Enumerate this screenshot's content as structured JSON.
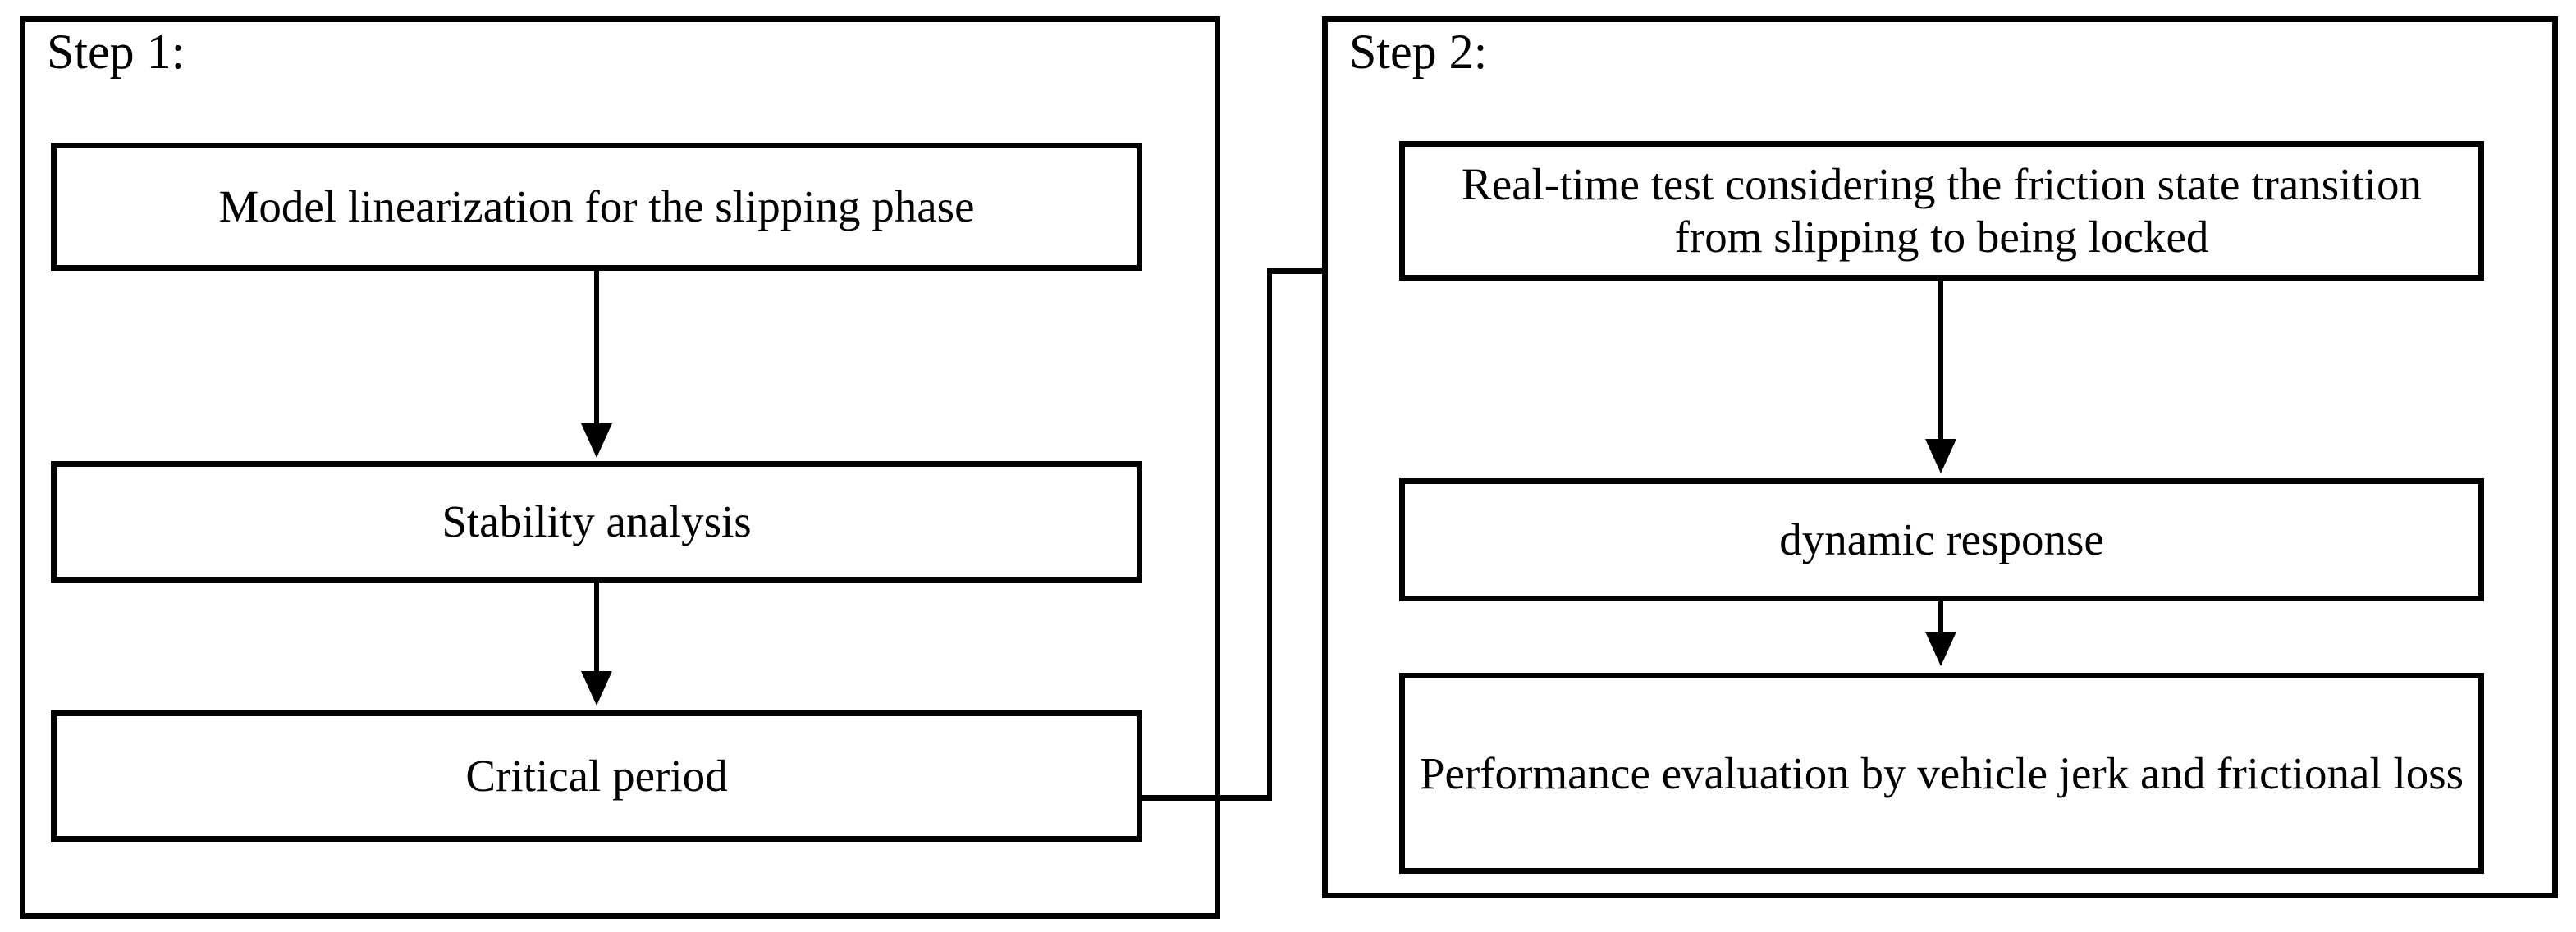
{
  "diagram": {
    "title": "Two-step analysis and validation flowchart",
    "background_color": "#ffffff",
    "line_color": "#000000"
  },
  "panels": [
    {
      "id": "step1",
      "title": "Step 1:",
      "boxes": [
        {
          "id": "linearization",
          "label": "Model linearization for the slipping phase"
        },
        {
          "id": "stability",
          "label": "Stability analysis"
        },
        {
          "id": "critical",
          "label": "Critical period"
        }
      ]
    },
    {
      "id": "step2",
      "title": "Step 2:",
      "boxes": [
        {
          "id": "realtime",
          "label": "Real-time test considering the friction state transition from slipping to being locked"
        },
        {
          "id": "dynamic",
          "label": "dynamic response"
        },
        {
          "id": "performance",
          "label": "Performance evaluation by vehicle jerk and frictional loss"
        }
      ]
    }
  ],
  "connectors": [
    {
      "id": "l1",
      "from": "linearization",
      "to": "stability",
      "direction": "down"
    },
    {
      "id": "l2",
      "from": "stability",
      "to": "critical",
      "direction": "down"
    },
    {
      "id": "cross",
      "from": "critical",
      "to": "realtime",
      "direction": "right"
    },
    {
      "id": "r1",
      "from": "realtime",
      "to": "dynamic",
      "direction": "down"
    },
    {
      "id": "r2",
      "from": "dynamic",
      "to": "performance",
      "direction": "down"
    }
  ]
}
